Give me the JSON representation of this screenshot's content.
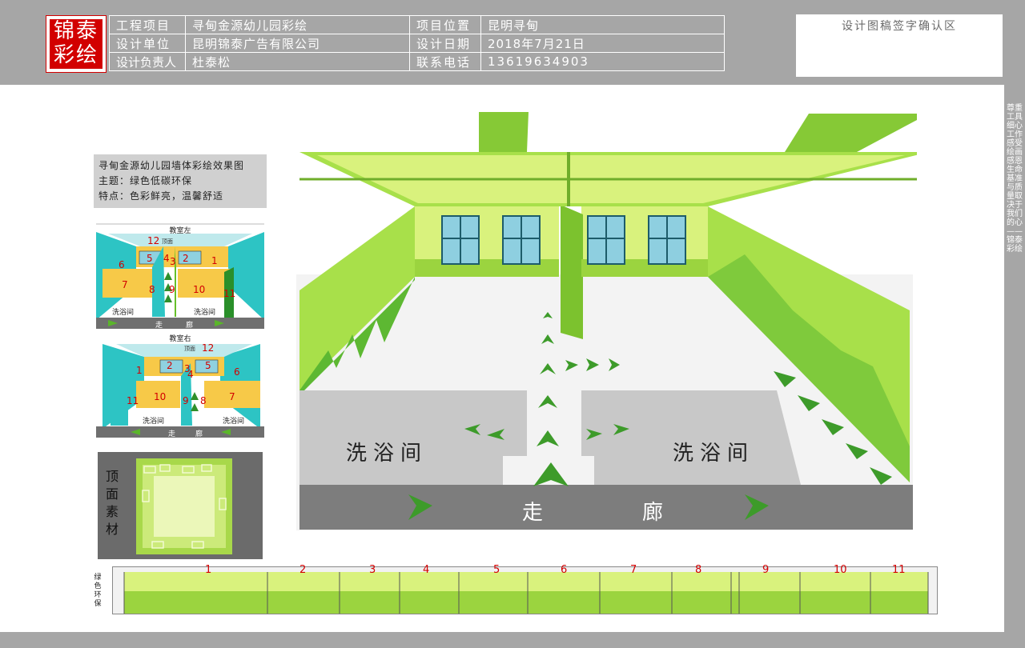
{
  "logo": {
    "line1": "锦泰",
    "line2": "彩绘"
  },
  "info": {
    "project_label": "工程项目",
    "project_value": "寻甸金源幼儿园彩绘",
    "location_label": "项目位置",
    "location_value": "昆明寻甸",
    "unit_label": "设计单位",
    "unit_value": "昆明锦泰广告有限公司",
    "date_label": "设计日期",
    "date_value": "2018年7月21日",
    "designer_label": "设计负责人",
    "designer_value": "杜泰松",
    "phone_label": "联系电话",
    "phone_value": "13619634903"
  },
  "confirm_area": "设计图稿签字确认区",
  "slogan": "尊重工具 细心工作 感受绘画 感恩生命 基准与质量取决于我们的心——锦泰彩绘",
  "description": {
    "title": "寻甸金源幼儿园墙体彩绘效果图",
    "theme": "主题：绿色低碳环保",
    "feature": "特点：色彩鲜亮，温馨舒适"
  },
  "left_plan": {
    "title": "教室左",
    "ceiling": "顶面",
    "bath": "洗浴间",
    "corridor1": "走",
    "corridor2": "廊",
    "numbers": [
      "12",
      "5",
      "4",
      "3",
      "2",
      "1",
      "6",
      "7",
      "8",
      "9",
      "10",
      "11"
    ]
  },
  "right_plan": {
    "title": "教室右",
    "ceiling": "顶面",
    "bath": "洗浴间",
    "corridor1": "走",
    "corridor2": "廊",
    "numbers": [
      "12",
      "2",
      "3",
      "4",
      "5",
      "1",
      "6",
      "11",
      "10",
      "9",
      "8",
      "7"
    ]
  },
  "texture_label": "顶面素材",
  "main_scene": {
    "bath_left": "洗浴间",
    "bath_right": "洗浴间",
    "corridor_left": "走",
    "corridor_right": "廊"
  },
  "strip": {
    "label": "绿色环保",
    "numbers": [
      "1",
      "2",
      "3",
      "4",
      "5",
      "6",
      "7",
      "8",
      "9",
      "10",
      "11"
    ]
  },
  "colors": {
    "frame_gray": "#a6a6a6",
    "brand_red": "#d20000",
    "wall_green": "#d8f27a",
    "accent_green": "#7cc22e",
    "bath_gray": "#c8c8c8",
    "corridor_gray": "#7d7d7d"
  }
}
